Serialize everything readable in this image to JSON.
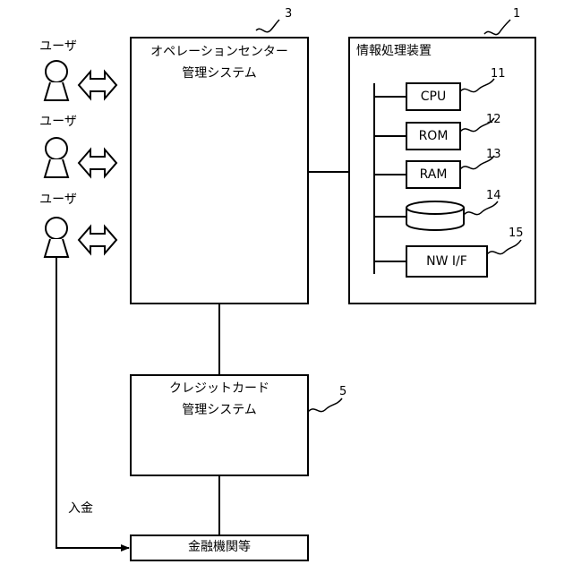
{
  "users": [
    {
      "label": "ユーザ"
    },
    {
      "label": "ユーザ"
    },
    {
      "label": "ユーザ"
    }
  ],
  "operation_center": {
    "line1": "オペレーションセンター",
    "line2": "管理システム",
    "ref": "3"
  },
  "info_device": {
    "title": "情報処理装置",
    "ref": "1",
    "components": [
      {
        "label": "CPU",
        "ref": "11"
      },
      {
        "label": "ROM",
        "ref": "12"
      },
      {
        "label": "RAM",
        "ref": "13"
      },
      {
        "label": "",
        "ref": "14"
      },
      {
        "label": "NW I/F",
        "ref": "15"
      }
    ]
  },
  "credit_card": {
    "line1": "クレジットカード",
    "line2": "管理システム",
    "ref": "5"
  },
  "financial": {
    "label": "金融機関等"
  },
  "deposit_label": "入金"
}
